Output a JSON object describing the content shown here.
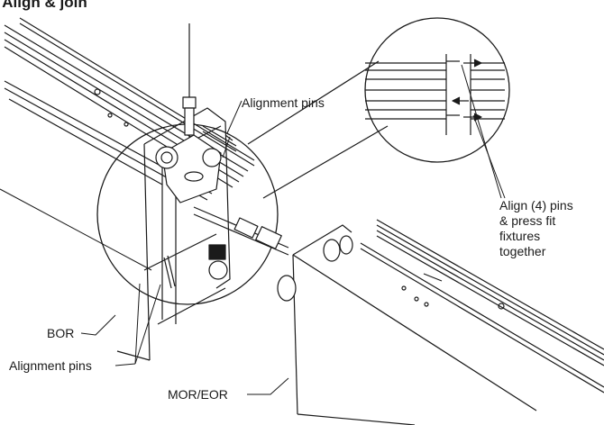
{
  "diagram": {
    "title": "3. Align & join",
    "labels": {
      "alignment_pins_top": "Alignment pins",
      "alignment_pins_bottom": "Alignment pins",
      "bor": "BOR",
      "mor_eor": "MOR/EOR"
    },
    "note_lines": [
      "Align (4) pins",
      "& press fit",
      "fixtures",
      "together"
    ]
  },
  "colors": {
    "line": "#1a1a1a",
    "fill": "#ffffff",
    "shade": "#d9d9d9"
  }
}
